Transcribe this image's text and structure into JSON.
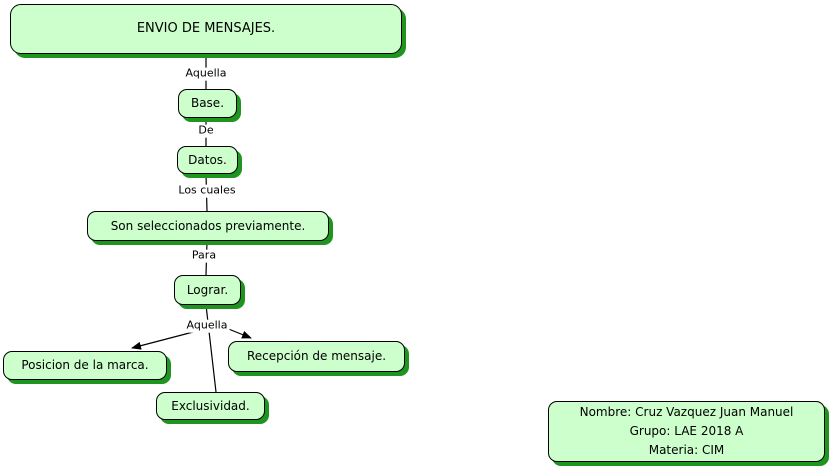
{
  "colors": {
    "background": "#ffffff",
    "node_fill": "#ccffcc",
    "node_border": "#000000",
    "node_shadow": "#1e951e",
    "line": "#000000",
    "text": "#000000"
  },
  "concept_map": {
    "nodes": [
      {
        "id": "envio",
        "label": "ENVIO DE MENSAJES."
      },
      {
        "id": "base",
        "label": "Base."
      },
      {
        "id": "datos",
        "label": "Datos."
      },
      {
        "id": "son",
        "label": "Son seleccionados previamente."
      },
      {
        "id": "lograr",
        "label": "Lograr."
      },
      {
        "id": "posicion",
        "label": "Posicion de la marca."
      },
      {
        "id": "recepcion",
        "label": "Recepción de mensaje."
      },
      {
        "id": "exclusividad",
        "label": "Exclusividad."
      }
    ],
    "link_labels": [
      {
        "id": "aquella-1",
        "label": "Aquella"
      },
      {
        "id": "de",
        "label": "De"
      },
      {
        "id": "los-cuales",
        "label": "Los cuales"
      },
      {
        "id": "para",
        "label": "Para"
      },
      {
        "id": "aquella-2",
        "label": "Aquella"
      }
    ],
    "credit_box": {
      "line1": "Nombre: Cruz Vazquez Juan Manuel",
      "line2": "Grupo: LAE 2018 A",
      "line3": "Materia: CIM"
    }
  }
}
